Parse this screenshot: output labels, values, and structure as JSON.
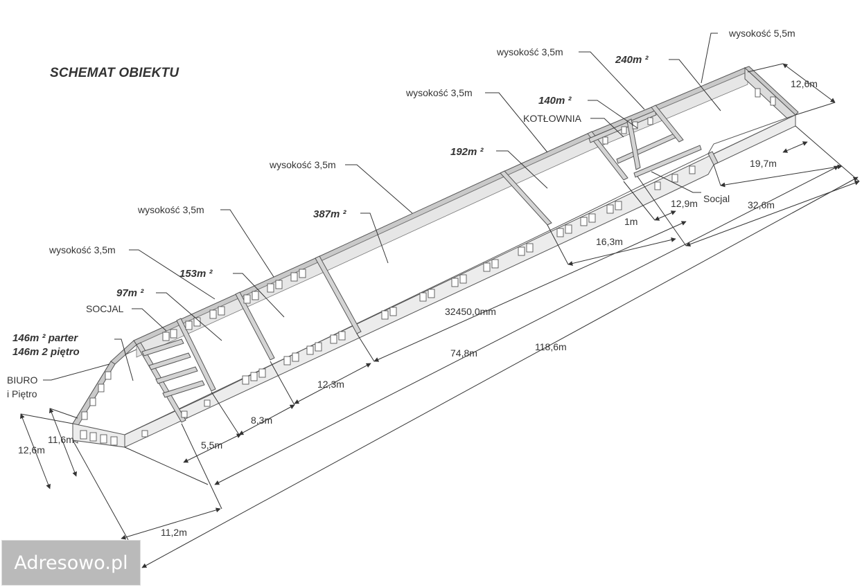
{
  "title": "SCHEMAT OBIEKTU",
  "watermark": "Adresowo.pl",
  "labels": {
    "h55": "wysokość 5,5m",
    "h35_kot": "wysokość 3,5m",
    "h35_192": "wysokość 3,5m",
    "h35_387": "wysokość 3,5m",
    "h35_153": "wysokość 3,5m",
    "h35_97": "wysokość 3,5m",
    "kotlownia": "KOTŁOWNIA",
    "socjal_left": "SOCJAL",
    "socjal_right": "Socjal",
    "biuro": "BIURO",
    "pietro": "i Piętro"
  },
  "areas": {
    "a240": "240m ²",
    "a140": "140m ²",
    "a192": "192m ²",
    "a387": "387m ²",
    "a153": "153m ²",
    "a97": "97m ²",
    "a146_parter": "146m ² parter",
    "a146_pietro": "146m 2 piętro"
  },
  "dimensions": {
    "d126_right": "12,6m",
    "d197": "19,7m",
    "d129": "12,9m",
    "d326": "32,6m",
    "d1": "1m",
    "d163": "16,3m",
    "d32450": "32450,0mm",
    "d748": "74,8m",
    "d1186": "118,6m",
    "d123": "12,3m",
    "d83": "8,3m",
    "d55": "5,5m",
    "d116": "11,6m",
    "d126_left": "12,6m",
    "d112": "11,2m"
  },
  "colors": {
    "wall_top": "#c9c9c9",
    "wall_face": "#ececec",
    "wall_side": "#dcdcdc",
    "floor": "#ffffff",
    "line": "#333333",
    "watermark_bg": "#a0a0a0"
  }
}
